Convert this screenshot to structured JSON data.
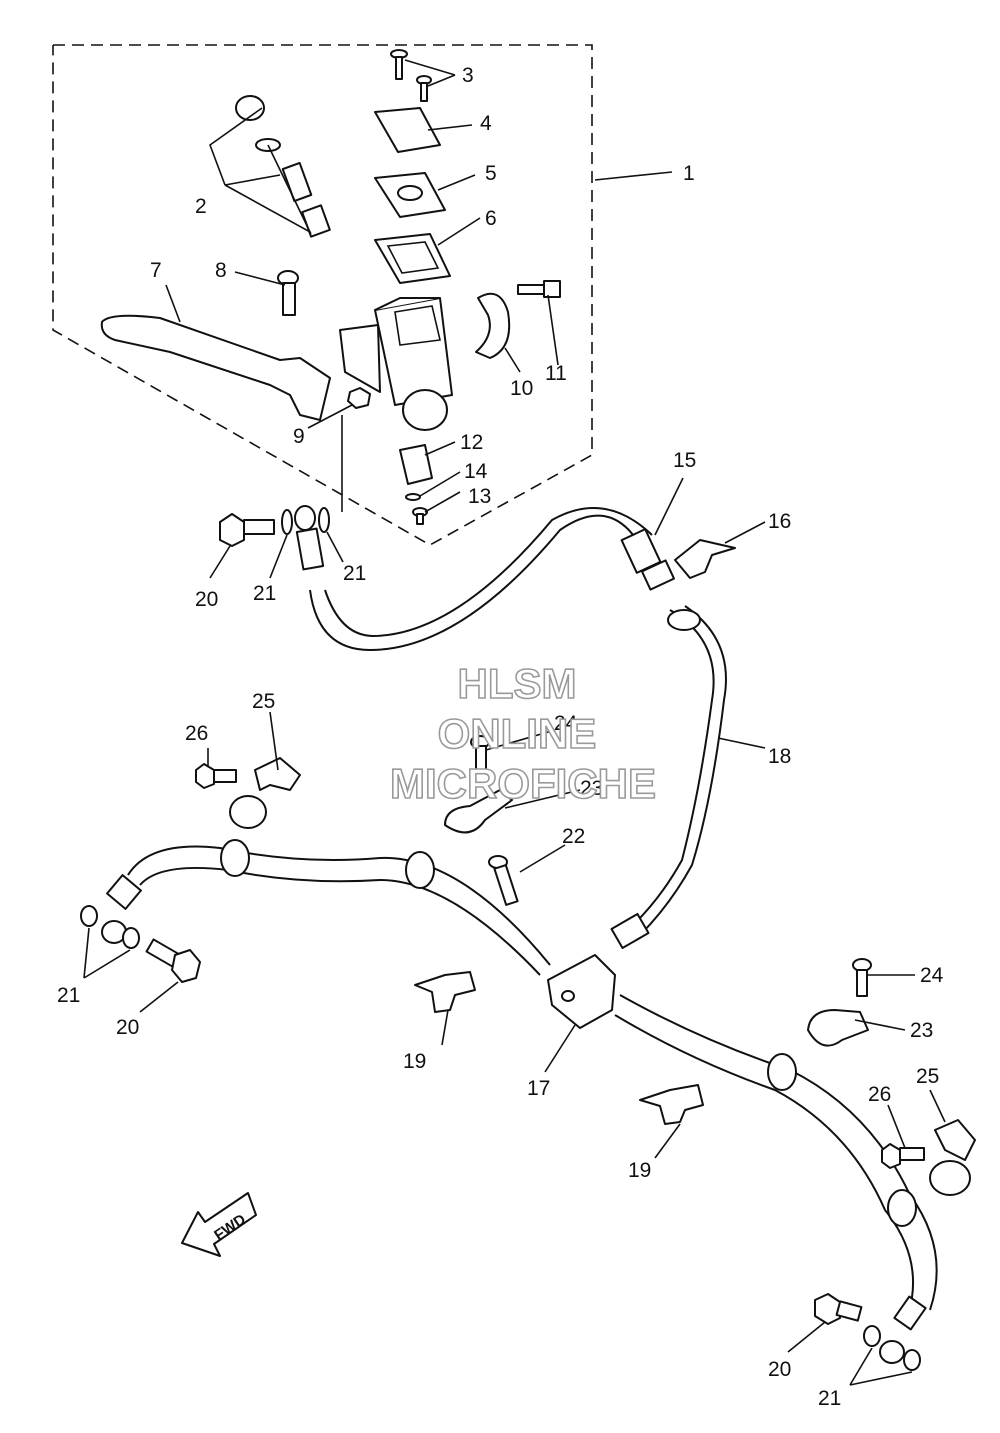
{
  "watermark": {
    "line1": "HLSM",
    "line2": "ONLINE",
    "line3": "MICROFICHE"
  },
  "fwd_label": "FWD",
  "callouts": {
    "c1": "1",
    "c2": "2",
    "c3": "3",
    "c4": "4",
    "c5": "5",
    "c6": "6",
    "c7": "7",
    "c8": "8",
    "c9": "9",
    "c10": "10",
    "c11": "11",
    "c12": "12",
    "c13": "13",
    "c14": "14",
    "c15": "15",
    "c16": "16",
    "c17": "17",
    "c18": "18",
    "c19a": "19",
    "c19b": "19",
    "c20a": "20",
    "c20b": "20",
    "c20c": "20",
    "c21a": "21",
    "c21b": "21",
    "c21c": "21",
    "c21d": "21",
    "c22": "22",
    "c23a": "23",
    "c23b": "23",
    "c24a": "24",
    "c24b": "24",
    "c25a": "25",
    "c25b": "25",
    "c26a": "26",
    "c26b": "26"
  }
}
